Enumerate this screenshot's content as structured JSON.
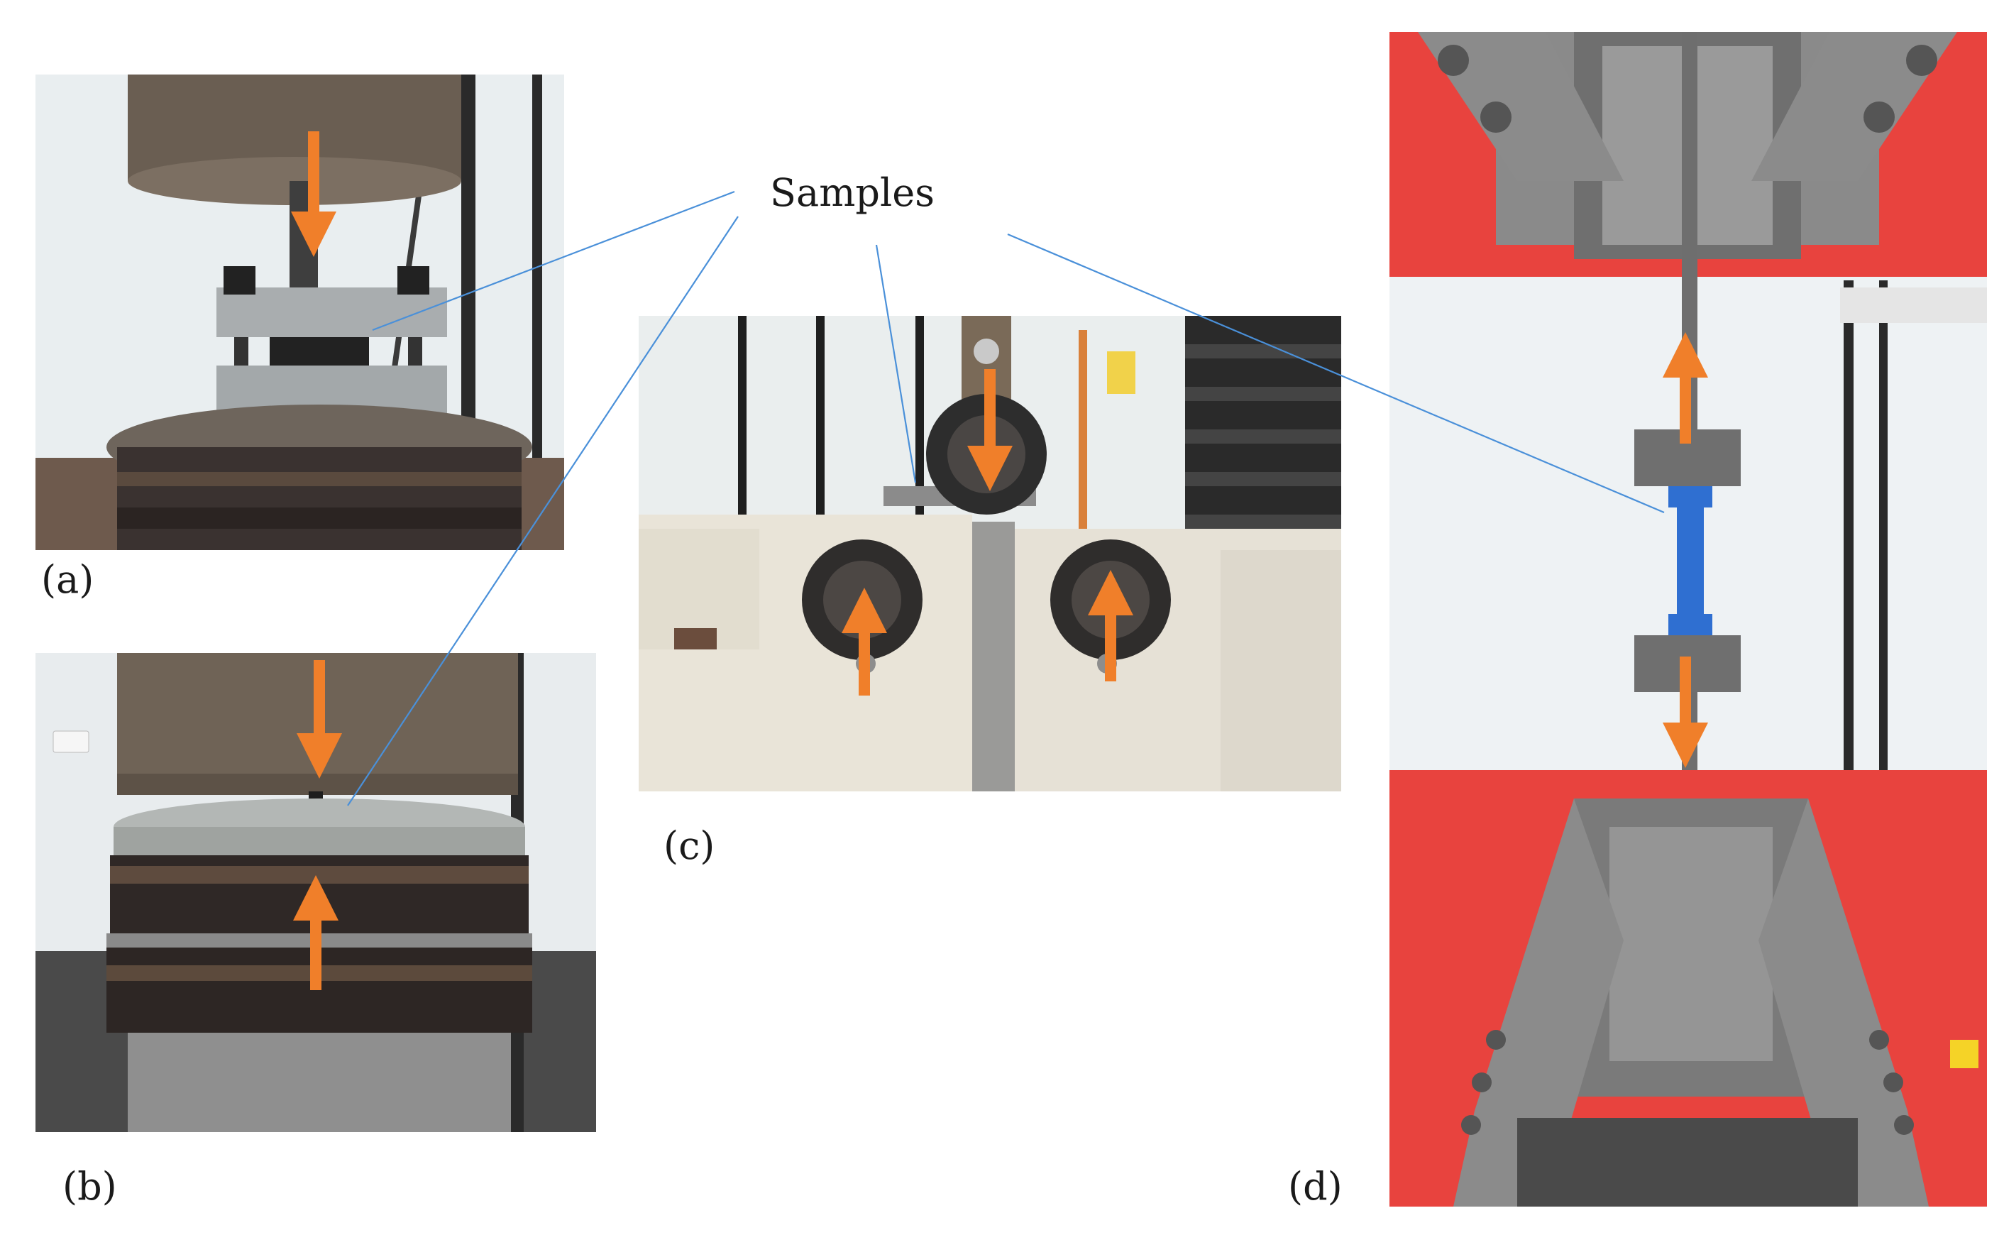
{
  "figure": {
    "callout": "Samples",
    "labels": {
      "a": "(a)",
      "b": "(b)",
      "c": "(c)",
      "d": "(d)"
    }
  },
  "colors": {
    "arrow": "#f07f2a",
    "leader_line": "#4a90d9",
    "frame_red": "#e8423f",
    "steel": "#8d8d8d",
    "dark_platen": "#6b6358",
    "sample_blue": "#2f6fd1",
    "wall": "#eef2f3"
  },
  "panels": {
    "a": {
      "name": "compression fixture with clamped sample",
      "arrows": [
        "down"
      ]
    },
    "b": {
      "name": "compression between platens",
      "arrows": [
        "down",
        "up"
      ]
    },
    "c": {
      "name": "three-point bending fixture",
      "arrows": [
        "down",
        "up",
        "up"
      ]
    },
    "d": {
      "name": "tensile grips with dogbone specimen",
      "arrows": [
        "up",
        "down"
      ]
    }
  }
}
